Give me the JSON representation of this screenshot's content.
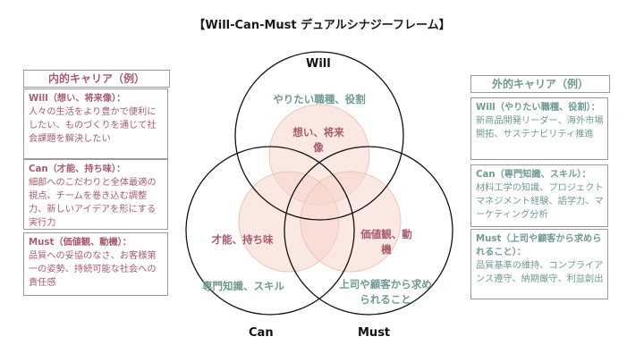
{
  "title": "【Will-Can-Must デュアルシナジーフレーム】",
  "left_panel": {
    "heading": "内的キャリア（例）",
    "will": {
      "label": "Will（想い、将来像）：",
      "text": "人々の生活をより豊かで便利にしたい、ものづくりを通じて社会課題を解決したい"
    },
    "can": {
      "label": "Can（才能、持ち味）：",
      "text": "細部へのこだわりと全体最適の視点、チームを巻き込む調整力、新しいアイデアを形にする実行力"
    },
    "must": {
      "label": "Must（価値観、動機）：",
      "text": "品質への妥協のなさ、お客様第一の姿勢、持続可能な社会への責任感"
    }
  },
  "right_panel": {
    "heading": "外的キャリア（例）",
    "will": {
      "label": "Will（やりたい職種、役割）：",
      "text": "新商品開発リーダー、海外市場開拓、サステナビリティ推進"
    },
    "can": {
      "label": "Can（専門知識、スキル）：",
      "text": "材料工学の知識、プロジェクトマネジメント経験、語学力、マーケティング分析"
    },
    "must": {
      "label": "Must（上司や顧客から求められること）：",
      "text": "品質基準の維持、コンプライアンス遵守、納期厳守、利益創出"
    }
  },
  "venn": {
    "will_title": "Will",
    "can_title": "Can",
    "must_title": "Must",
    "outer_will": "やりたい職種、役割",
    "outer_can": "専門知識、スキル",
    "outer_must": "上司や顧客から求められること",
    "inner_will": "想い、将来像",
    "inner_can": "才能、持ち味",
    "inner_must": "価値観、動機"
  },
  "colors": {
    "inner_accent": "#a85c6e",
    "outer_accent": "#6f9a94",
    "inner_fill": "#f6d6cc"
  }
}
